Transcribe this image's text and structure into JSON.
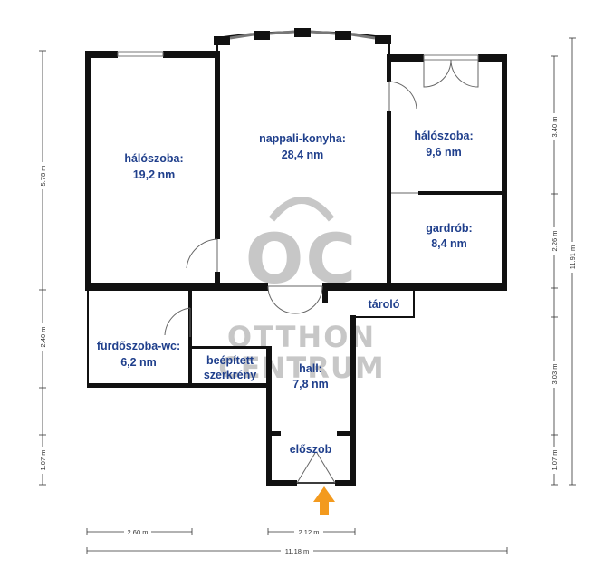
{
  "watermark": {
    "logo": "OC",
    "line1": "OTTHON",
    "line2": "CENTRUM"
  },
  "rooms": {
    "bedroom_left": {
      "name": "hálószoba:",
      "area": "19,2 nm"
    },
    "living_kitchen": {
      "name": "nappali-konyha:",
      "area": "28,4 nm"
    },
    "bedroom_right": {
      "name": "hálószoba:",
      "area": "9,6 nm"
    },
    "wardrobe": {
      "name": "gardrób:",
      "area": "8,4 nm"
    },
    "storage": {
      "name": "tároló"
    },
    "bathroom": {
      "name": "fürdőszoba-wc:",
      "area": "6,2 nm"
    },
    "builtin_closet": {
      "line1": "beépített",
      "line2": "szerkrény"
    },
    "hall": {
      "name": "hall:",
      "area": "7,8 nm"
    },
    "entry": {
      "name": "előszob"
    }
  },
  "dimensions": {
    "left_top": "5.78 m",
    "left_mid": "2.40 m",
    "left_bottom": "1.07 m",
    "right_top": "3.40 m",
    "right_upper_mid": "2.26 m",
    "right_lower_mid": "3.03 m",
    "right_bottom": "1.07 m",
    "right_total": "11.91 m",
    "bottom_left": "2.60 m",
    "bottom_mid": "2.12 m",
    "bottom_total": "11.18 m"
  },
  "colors": {
    "wall": "#111111",
    "label": "#1f3f8c",
    "arrow": "#f39a1e",
    "watermark": "#9a9a9a"
  }
}
